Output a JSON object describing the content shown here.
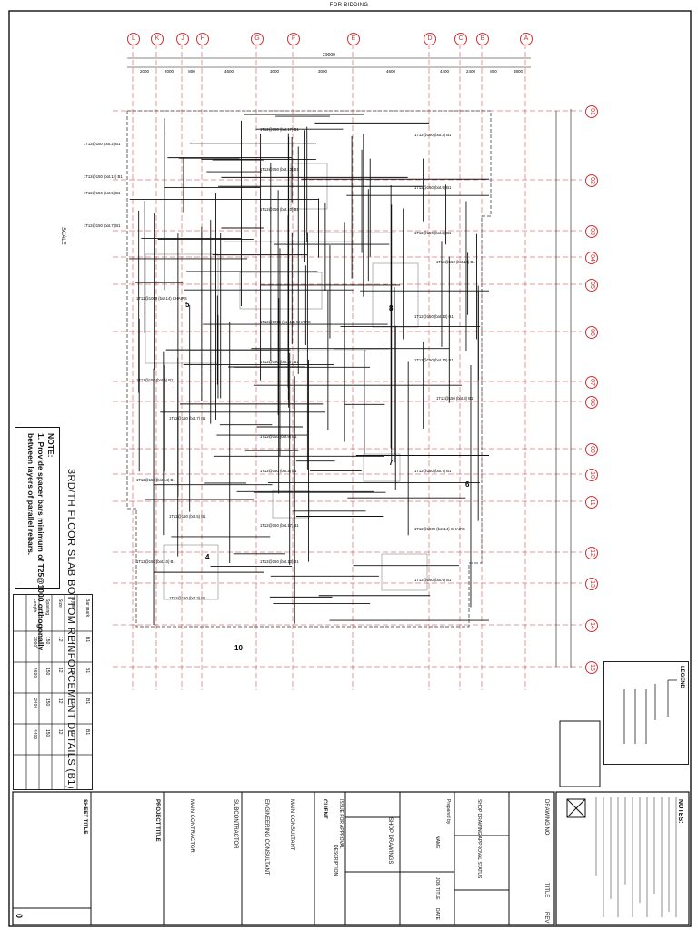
{
  "header": {
    "top_label": "FOR BIDDING"
  },
  "grid": {
    "letters": [
      "L",
      "K",
      "J",
      "H",
      "G",
      "F",
      "E",
      "D",
      "C",
      "B",
      "A"
    ],
    "numbers": [
      "01",
      "02",
      "03",
      "04",
      "05",
      "06",
      "07",
      "08",
      "09",
      "10",
      "11",
      "12",
      "13",
      "14",
      "15"
    ],
    "dimensions": [
      "2000",
      "2000",
      "800",
      "4600",
      "3000",
      "3000",
      "4600",
      "4400",
      "2400",
      "800",
      "3800"
    ],
    "overall_dimension": "29000"
  },
  "plan": {
    "title": "3RD/TH FLOOR SLAB BOTTOM REINFORCEMENT DETAILS (B1)",
    "scale": "SCALE",
    "callouts": [
      "1T12@150 (bot.2) B1",
      "1T12@150 (bot.14) B1",
      "1T12@150 (bot.5) B1",
      "1T12@150 (bot.7) B1",
      "1T12@1000 (bot.14) CHAIRS",
      "1T12@150 (bot.17) B1",
      "1T12@150 (bot.13) B1",
      "1T12@150 (bot.10) B1",
      "1T12@150 (bot.3) B1",
      "1T12@150 (bot.9) B1"
    ],
    "panel_marks": [
      "10",
      "8",
      "7",
      "6",
      "5",
      "4"
    ]
  },
  "note": {
    "heading": "NOTE:",
    "line1": "1. Provide spacer bars minimum of T25@1000 orthogonally",
    "line2": "between layers of parallel rebars."
  },
  "schedule": {
    "columns": [
      "Bar mark",
      "Type",
      "Size",
      "Spacing",
      "Length"
    ],
    "rows": [
      [
        "B1",
        "T12",
        "12",
        "150",
        "3000"
      ],
      [
        "B1",
        "T12",
        "12",
        "150",
        "4600"
      ],
      [
        "B1",
        "T12",
        "12",
        "150",
        "2400"
      ],
      [
        "B1",
        "T12",
        "12",
        "150",
        "4400"
      ]
    ]
  },
  "title_block": {
    "sheet_title": "SHEET TITLE",
    "project_title": "PROJECT TITLE",
    "subcontractor": "SUBCONTRACTOR",
    "main_contractor": "MAIN CONTRACTOR",
    "engineering_consultant": "ENGINEERING CONSULTANT",
    "main_consultant": "MAIN CONSULTANT",
    "client": "CLIENT",
    "issue_label": "ISSUE FOR APPROVAL",
    "description": "DESCRIPTION",
    "shop_drawings": "SHOP DRAWINGS",
    "prepared_by": "Prepared by",
    "name": "NAME",
    "job_title": "JOB TITLE",
    "date": "DATE",
    "shop_drawing_approval": "SHOP DRAWING APPROVAL STATUS",
    "drawing_no": "DRAWING NO.",
    "title": "TITLE",
    "rev": "REV",
    "revision": "0",
    "notes_heading": "NOTES:"
  },
  "legend": {
    "heading": "LEGEND"
  },
  "colors": {
    "grid": "#cc3333",
    "line": "#111111",
    "faint": "#999999"
  }
}
